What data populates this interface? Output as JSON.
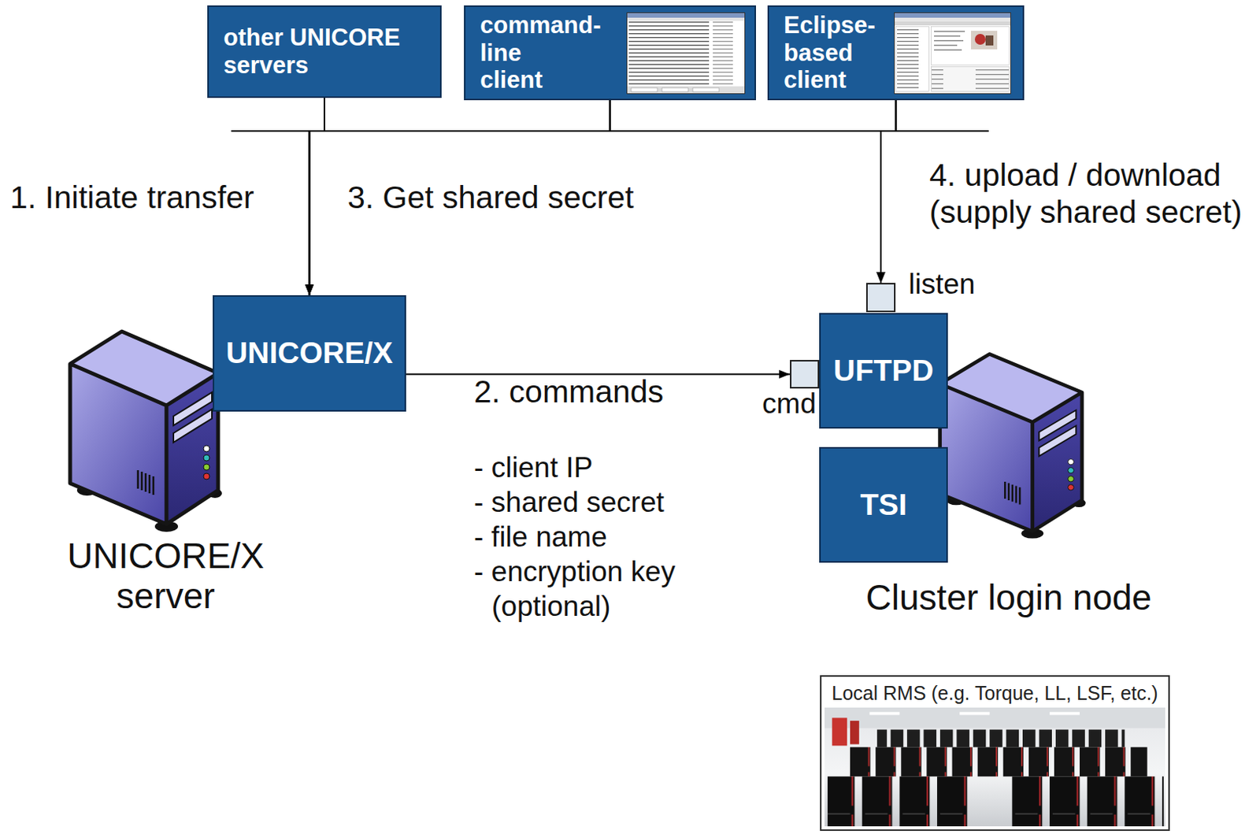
{
  "diagram": {
    "nodes": [
      {
        "text": [
          "other UNICORE servers"
        ]
      },
      {
        "text": [
          "command-line client"
        ]
      },
      {
        "text": [
          "Eclipse-based client"
        ]
      },
      {
        "text": [
          "UNICORE/X"
        ]
      },
      {
        "text": [
          "listen"
        ]
      },
      {
        "text": [
          "cmd"
        ]
      },
      {
        "text": [
          "UFTPD"
        ]
      },
      {
        "text": [
          "TSI"
        ]
      },
      {
        "text": [
          "Local RMS (e.g. Torque, LL, LSF, etc.)"
        ]
      }
    ],
    "edges": [
      {
        "from": 0,
        "to": 3,
        "arrow": "to"
      },
      {
        "from": 1,
        "to": 3,
        "arrow": "to"
      },
      {
        "from": 2,
        "to": 3,
        "arrow": "to"
      },
      {
        "from": 0,
        "to": 4,
        "arrow": "to"
      },
      {
        "from": 1,
        "to": 4,
        "arrow": "to"
      },
      {
        "from": 2,
        "to": 4,
        "arrow": "to"
      },
      {
        "from": 3,
        "to": 5,
        "arrow": "to"
      }
    ],
    "labels": [
      "1. Initiate transfer",
      "3. Get shared secret",
      "4. upload / download (supply shared secret)",
      "2. commands",
      "- client IP",
      "- shared secret",
      "- file name",
      "- encryption key (optional)",
      "UNICORE/X server",
      "Cluster login node"
    ]
  }
}
